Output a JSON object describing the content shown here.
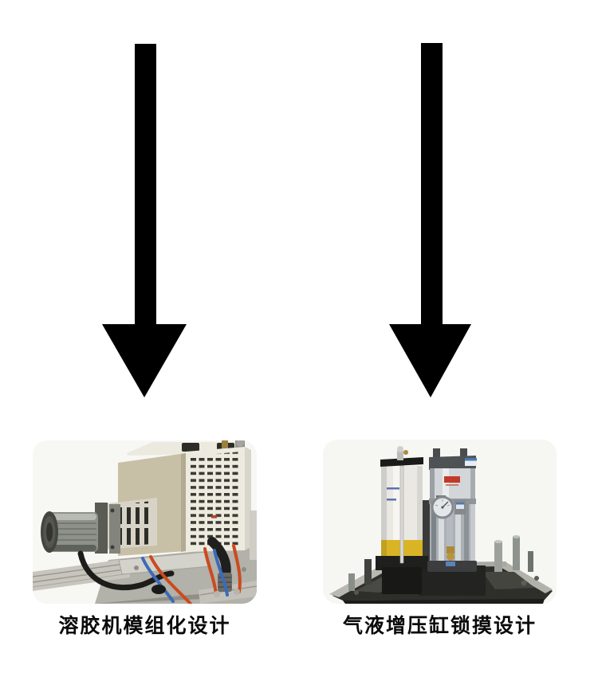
{
  "colors": {
    "arrow": "#000000",
    "caption_text": "#0a0a0a",
    "page_background": "#ffffff"
  },
  "arrows": [
    {
      "name": "left-down-arrow"
    },
    {
      "name": "right-down-arrow"
    }
  ],
  "figures": [
    {
      "caption": "溶胶机模组化设计",
      "photo_name": "glue-melting-machine-modular-unit-photo"
    },
    {
      "caption": "气液增压缸锁摸设计",
      "photo_name": "gas-liquid-booster-clamping-cylinder-photo"
    }
  ]
}
